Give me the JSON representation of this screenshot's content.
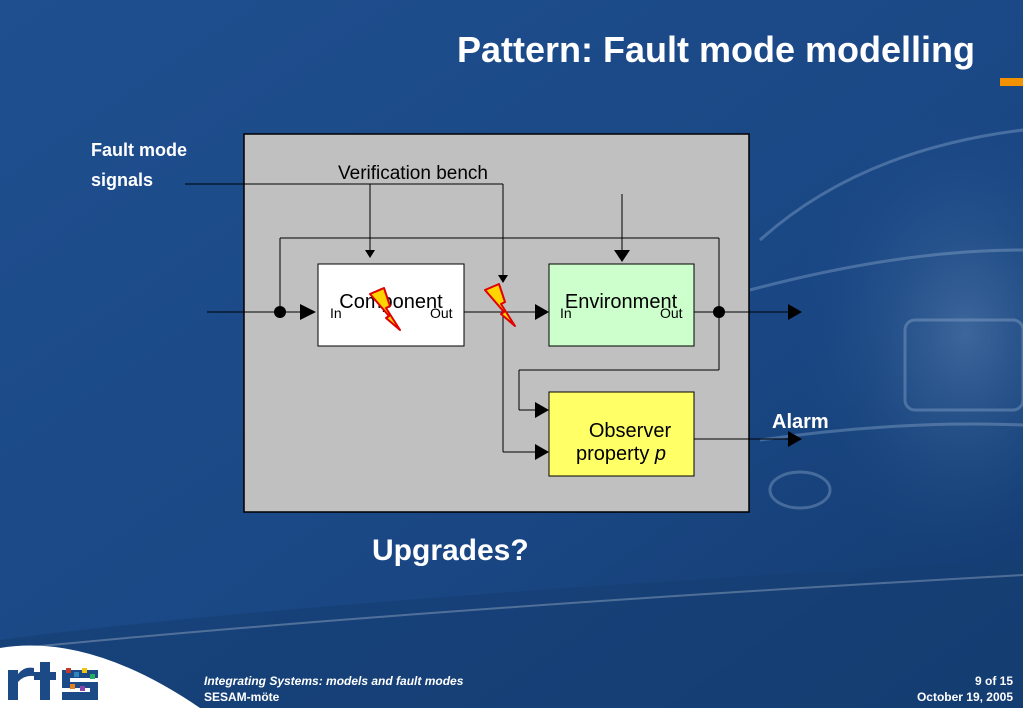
{
  "slide": {
    "title": "Pattern: Fault mode modelling",
    "fault_mode_line1": "Fault mode",
    "fault_mode_line2": "signals",
    "question": "Upgrades?",
    "alarm_label": "Alarm"
  },
  "diagram": {
    "bench_label": "Verification bench",
    "component": {
      "label": "Component",
      "port_in": "In",
      "port_out": "Out"
    },
    "environment": {
      "label": "Environment",
      "port_in": "In",
      "port_out": "Out"
    },
    "observer": {
      "line1": "Observer",
      "line2": "property ",
      "line2_var": "p"
    }
  },
  "footer": {
    "course_title": "Integrating Systems: models and fault modes",
    "event": "SESAM-möte",
    "page": "9 of 15",
    "date": "October 19, 2005"
  },
  "colors": {
    "background": "#1b4a86",
    "accent_bar": "#f29200",
    "bench_fill": "#c0c0c0",
    "environment_fill": "#ccffcc",
    "observer_fill": "#ffff66",
    "lightning_fill": "#ffd400",
    "lightning_stroke": "#e00000"
  },
  "icons": [
    "lightning-bolt-icon",
    "rts-logo"
  ]
}
